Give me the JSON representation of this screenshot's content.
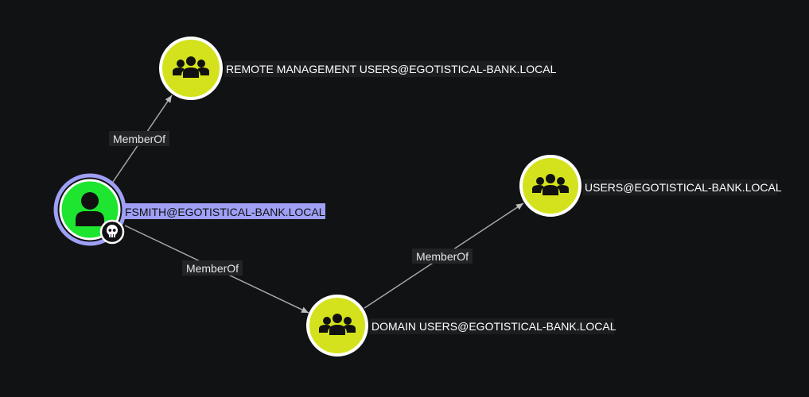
{
  "colors": {
    "background": "#111213",
    "group_fill": "#d4e21d",
    "user_fill": "#1ee52f",
    "node_border": "#ffffff",
    "selected_ring": "#9e9ff5",
    "edge": "#a8a8a8"
  },
  "nodes": [
    {
      "id": "fsmith",
      "type": "user",
      "icon": "user-icon",
      "label": "FSMITH@EGOTISTICAL-BANK.LOCAL",
      "selected": true,
      "badge": "skull-icon"
    },
    {
      "id": "remote_mgmt",
      "type": "group",
      "icon": "group-icon",
      "label": "REMOTE MANAGEMENT USERS@EGOTISTICAL-BANK.LOCAL",
      "selected": false
    },
    {
      "id": "domain_users",
      "type": "group",
      "icon": "group-icon",
      "label": "DOMAIN USERS@EGOTISTICAL-BANK.LOCAL",
      "selected": false
    },
    {
      "id": "users",
      "type": "group",
      "icon": "group-icon",
      "label": "USERS@EGOTISTICAL-BANK.LOCAL",
      "selected": false
    }
  ],
  "edges": [
    {
      "from": "fsmith",
      "to": "remote_mgmt",
      "label": "MemberOf"
    },
    {
      "from": "fsmith",
      "to": "domain_users",
      "label": "MemberOf"
    },
    {
      "from": "domain_users",
      "to": "users",
      "label": "MemberOf"
    }
  ]
}
